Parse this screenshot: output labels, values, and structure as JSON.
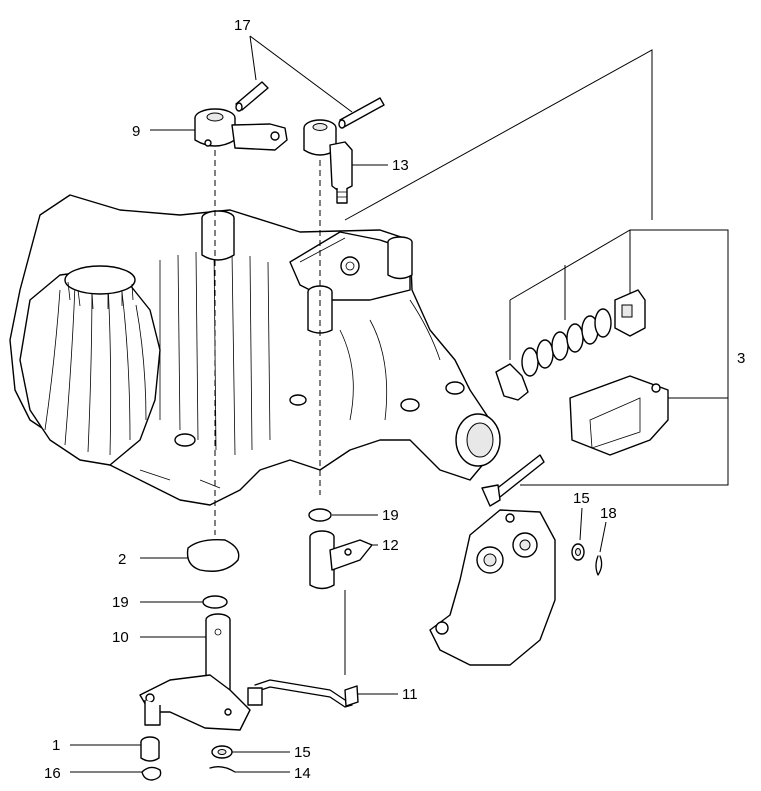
{
  "callouts": [
    {
      "id": "c1",
      "label": "1"
    },
    {
      "id": "c2",
      "label": "2"
    },
    {
      "id": "c3",
      "label": "3"
    },
    {
      "id": "c9",
      "label": "9"
    },
    {
      "id": "c10",
      "label": "10"
    },
    {
      "id": "c11",
      "label": "11"
    },
    {
      "id": "c12",
      "label": "12"
    },
    {
      "id": "c13",
      "label": "13"
    },
    {
      "id": "c14",
      "label": "14"
    },
    {
      "id": "c15a",
      "label": "15"
    },
    {
      "id": "c15b",
      "label": "15"
    },
    {
      "id": "c16",
      "label": "16"
    },
    {
      "id": "c17",
      "label": "17"
    },
    {
      "id": "c18",
      "label": "18"
    },
    {
      "id": "c19a",
      "label": "19"
    },
    {
      "id": "c19b",
      "label": "19"
    }
  ]
}
